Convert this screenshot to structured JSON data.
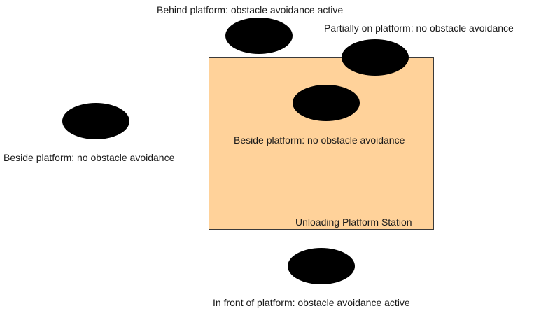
{
  "platform": {
    "label": "Unloading Platform Station",
    "fill": "#FFD29A"
  },
  "obstacle_color": "#000000",
  "obstacles": [
    {
      "id": "behind",
      "label": "Behind platform: obstacle avoidance active"
    },
    {
      "id": "partial",
      "label": "Partially on platform: no obstacle avoidance"
    },
    {
      "id": "on",
      "label": "Beside platform: no obstacle avoidance"
    },
    {
      "id": "left",
      "label": "Beside platform: no obstacle avoidance"
    },
    {
      "id": "front",
      "label": "In front of platform: obstacle avoidance active"
    }
  ]
}
